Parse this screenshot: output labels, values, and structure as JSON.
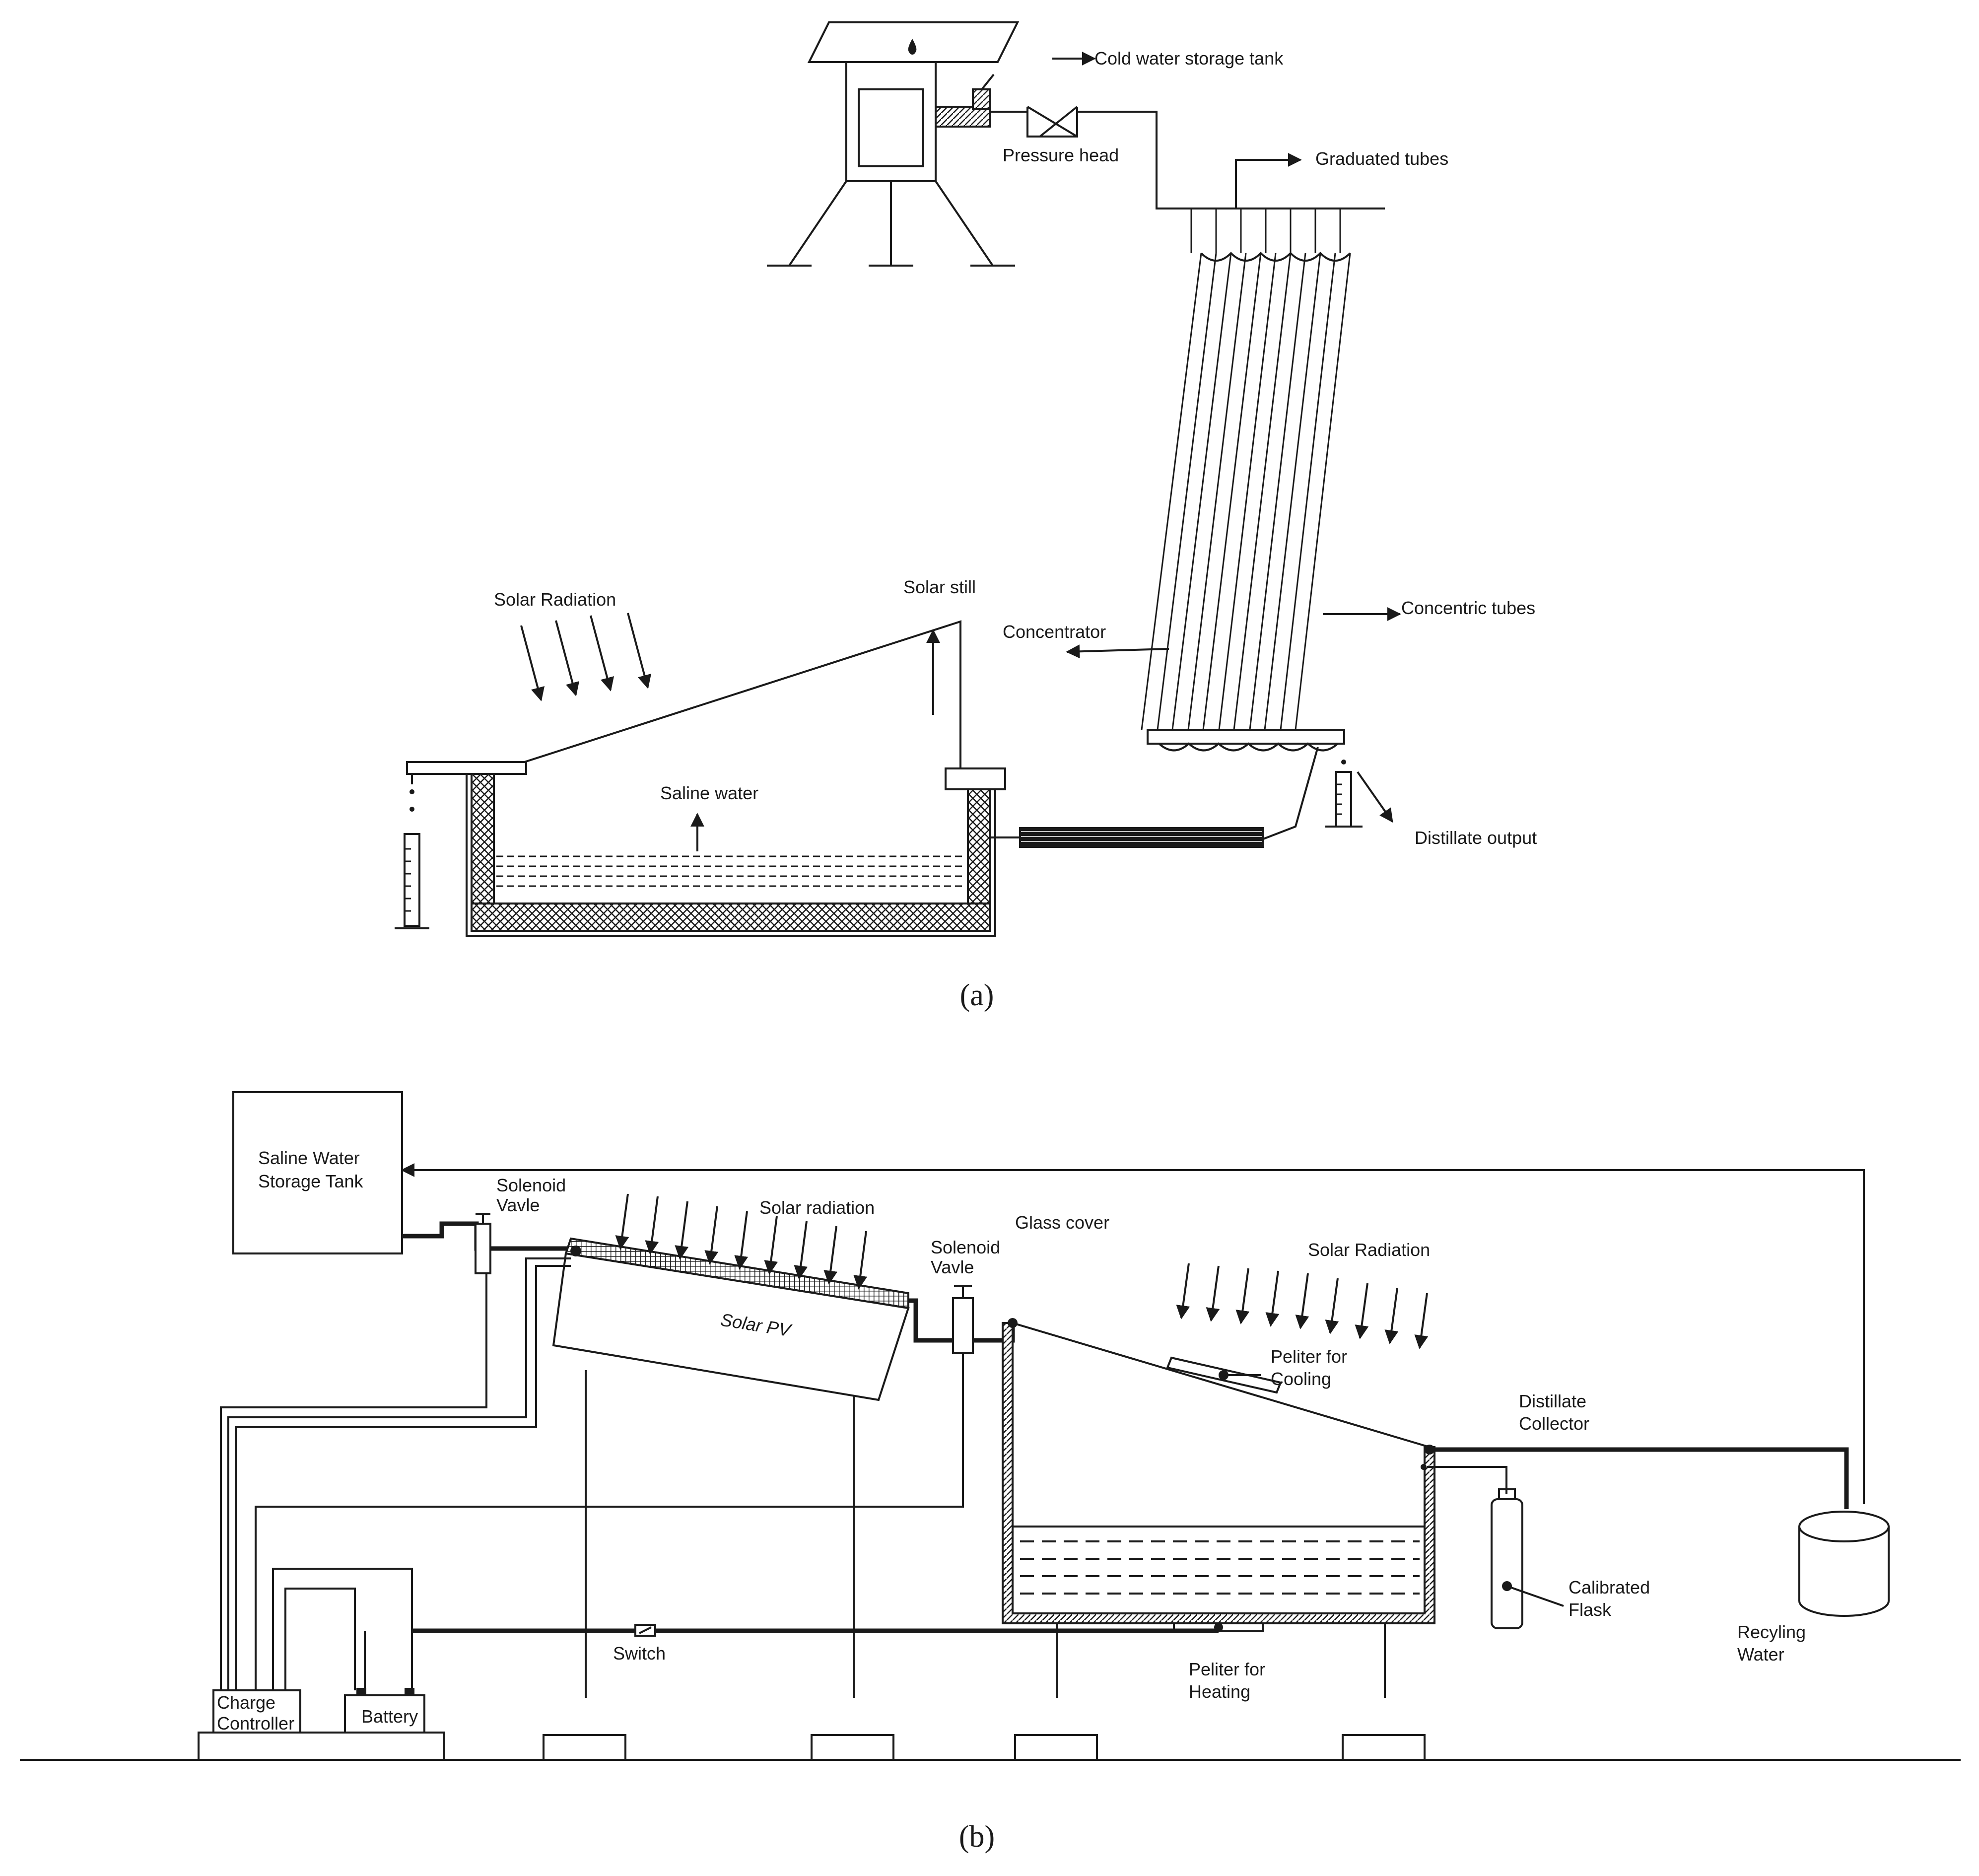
{
  "panel_a": {
    "caption": "(a)",
    "labels": {
      "cold_water_tank": "Cold water storage tank",
      "pressure_head": "Pressure head",
      "graduated_tubes": "Graduated tubes",
      "solar_radiation": "Solar Radiation",
      "solar_still": "Solar still",
      "concentrator": "Concentrator",
      "concentric_tubes": "Concentric tubes",
      "saline_water": "Saline water",
      "distillate_output": "Distillate output"
    }
  },
  "panel_b": {
    "caption": "(b)",
    "labels": {
      "saline_tank_line1": "Saline Water",
      "saline_tank_line2": "Storage  Tank",
      "solenoid_1_line1": "Solenoid",
      "solenoid_1_line2": "Vavle",
      "solar_radiation_pv": "Solar radiation",
      "solar_pv": "Solar PV",
      "solenoid_2_line1": "Solenoid",
      "solenoid_2_line2": "Vavle",
      "glass_cover": "Glass cover",
      "solar_radiation_still": "Solar Radiation",
      "peltier_cooling_line1": "Peliter for",
      "peltier_cooling_line2": "Cooling",
      "distillate_collector_line1": "Distillate",
      "distillate_collector_line2": "Collector",
      "calibrated_flask_line1": "Calibrated",
      "calibrated_flask_line2": "Flask",
      "recycling_water_line1": "Recyling",
      "recycling_water_line2": "Water",
      "switch": "Switch",
      "peltier_heating_line1": "Peliter for",
      "peltier_heating_line2": "Heating",
      "charge_controller_line1": "Charge",
      "charge_controller_line2": "Controller",
      "battery": "Battery"
    }
  }
}
